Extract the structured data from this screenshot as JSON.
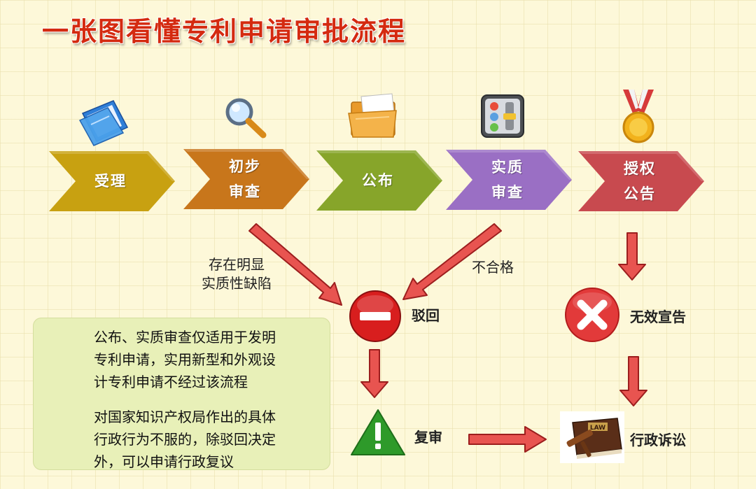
{
  "title": "一张图看懂专利申请审批流程",
  "steps": [
    {
      "label": "受理",
      "color": "#c8a111",
      "icon": "folder-icon"
    },
    {
      "label": "初步\n审查",
      "color": "#c8761b",
      "icon": "magnifier-icon"
    },
    {
      "label": "公布",
      "color": "#87a52a",
      "icon": "open-folder-icon"
    },
    {
      "label": "实质\n审查",
      "color": "#9a6fc4",
      "icon": "control-panel-icon"
    },
    {
      "label": "授权\n公告",
      "color": "#c84a4f",
      "icon": "medal-icon"
    }
  ],
  "branches": {
    "defect_label": "存在明显\n实质性缺陷",
    "fail_label": "不合格",
    "reject_label": "驳回",
    "review_label": "复审",
    "invalid_label": "无效宣告",
    "lawsuit_label": "行政诉讼"
  },
  "notes": [
    "公布、实质审查仅适用于发明\n专利申请，实用新型和外观设\n计专利申请不经过该流程",
    "对国家知识产权局作出的具体\n行政行为不服的，除驳回决定\n外，可以申请行政复议"
  ],
  "colors": {
    "title": "#d42a10",
    "arrow": "#e85450",
    "arrow_stroke": "#9c1e1e"
  }
}
